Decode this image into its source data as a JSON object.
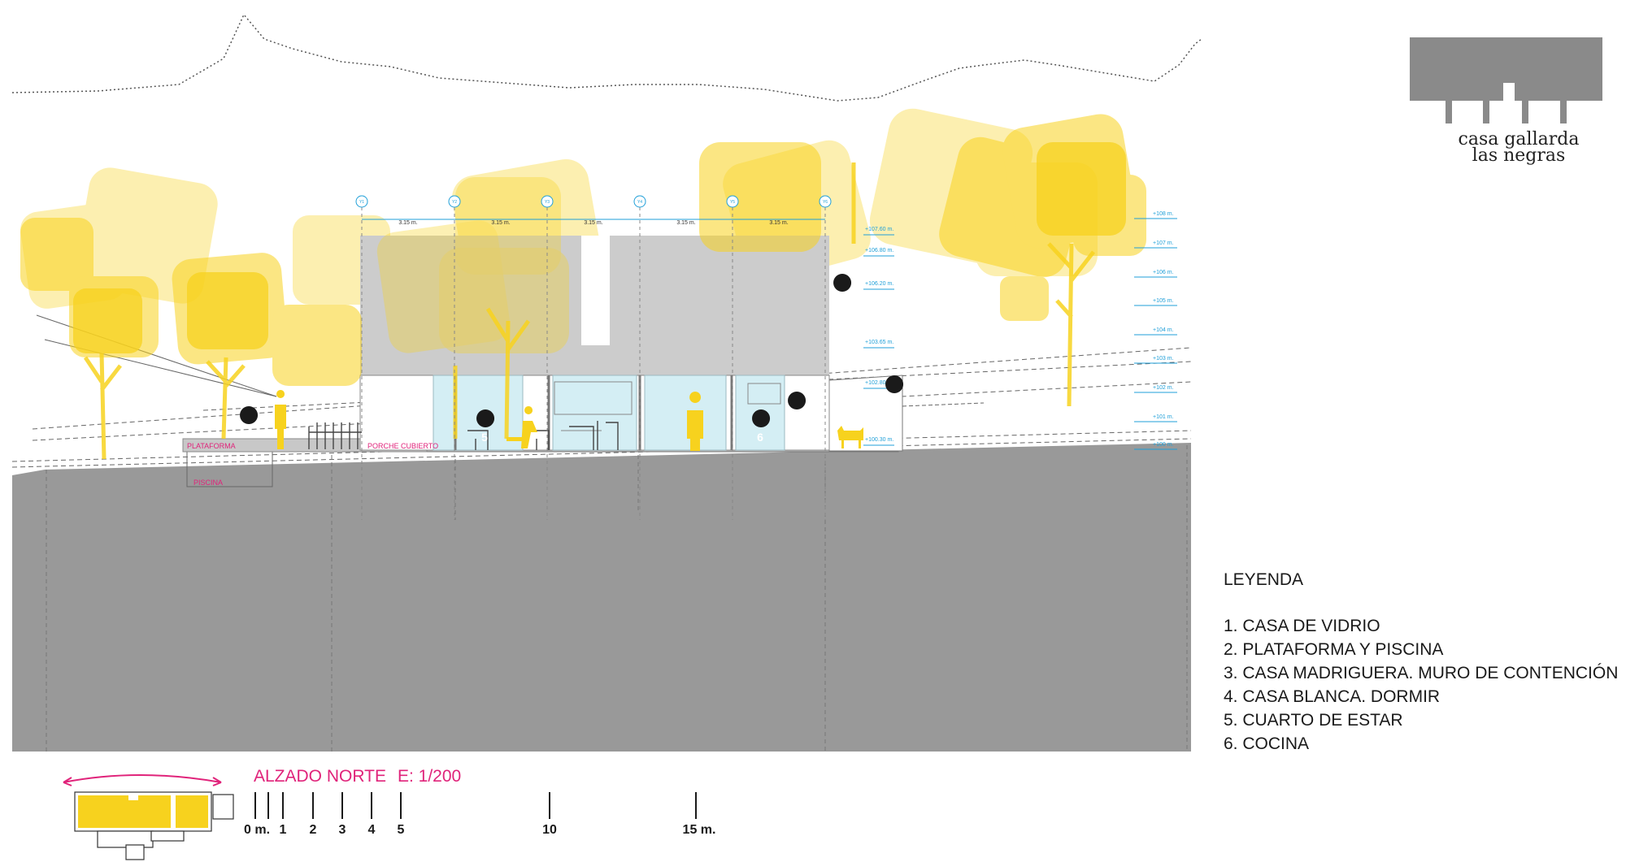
{
  "logo": {
    "line1": "casa gallarda",
    "line2": "las negras"
  },
  "legend": {
    "title": "LEYENDA",
    "items": [
      "1. CASA DE VIDRIO",
      "2. PLATAFORMA Y PISCINA",
      "3. CASA MADRIGUERA. MURO DE CONTENCIÓN",
      "4. CASA BLANCA. DORMIR",
      "5. CUARTO DE ESTAR",
      "6. COCINA"
    ]
  },
  "drawing": {
    "title": "ALZADO NORTE",
    "scale": "E: 1/200",
    "scale_bar": [
      "0 m.",
      "1",
      "2",
      "3",
      "4",
      "5",
      "10",
      "15 m."
    ],
    "grid_axes": [
      "Y1",
      "Y2",
      "Y3",
      "Y4",
      "Y5",
      "Y6"
    ],
    "spans": [
      "3.15 m.",
      "3.15 m.",
      "3.15 m.",
      "3.15 m.",
      "3.15 m."
    ],
    "building_levels": [
      "+107.60 m.",
      "+106.80 m.",
      "+106.20 m.",
      "+103.65 m.",
      "+102.80 m.",
      "+100.30 m."
    ],
    "terrain_levels": [
      "+108 m.",
      "+107 m.",
      "+106 m.",
      "+105 m.",
      "+104 m.",
      "+103 m.",
      "+102 m.",
      "+101 m.",
      "+100 m."
    ],
    "labels": {
      "plataforma": "PLATAFORMA",
      "porche": "PORCHE CUBIERTO",
      "piscina": "PISCINA"
    },
    "markers": [
      "1",
      "2",
      "3",
      "4",
      "5",
      "6"
    ]
  },
  "colors": {
    "accent": "#e0237a",
    "tree_yellow": "#f7d21e",
    "ground": "#999999",
    "building": "#cccccc",
    "dimension": "#1f9fd8",
    "glass": "#d4eef4"
  }
}
